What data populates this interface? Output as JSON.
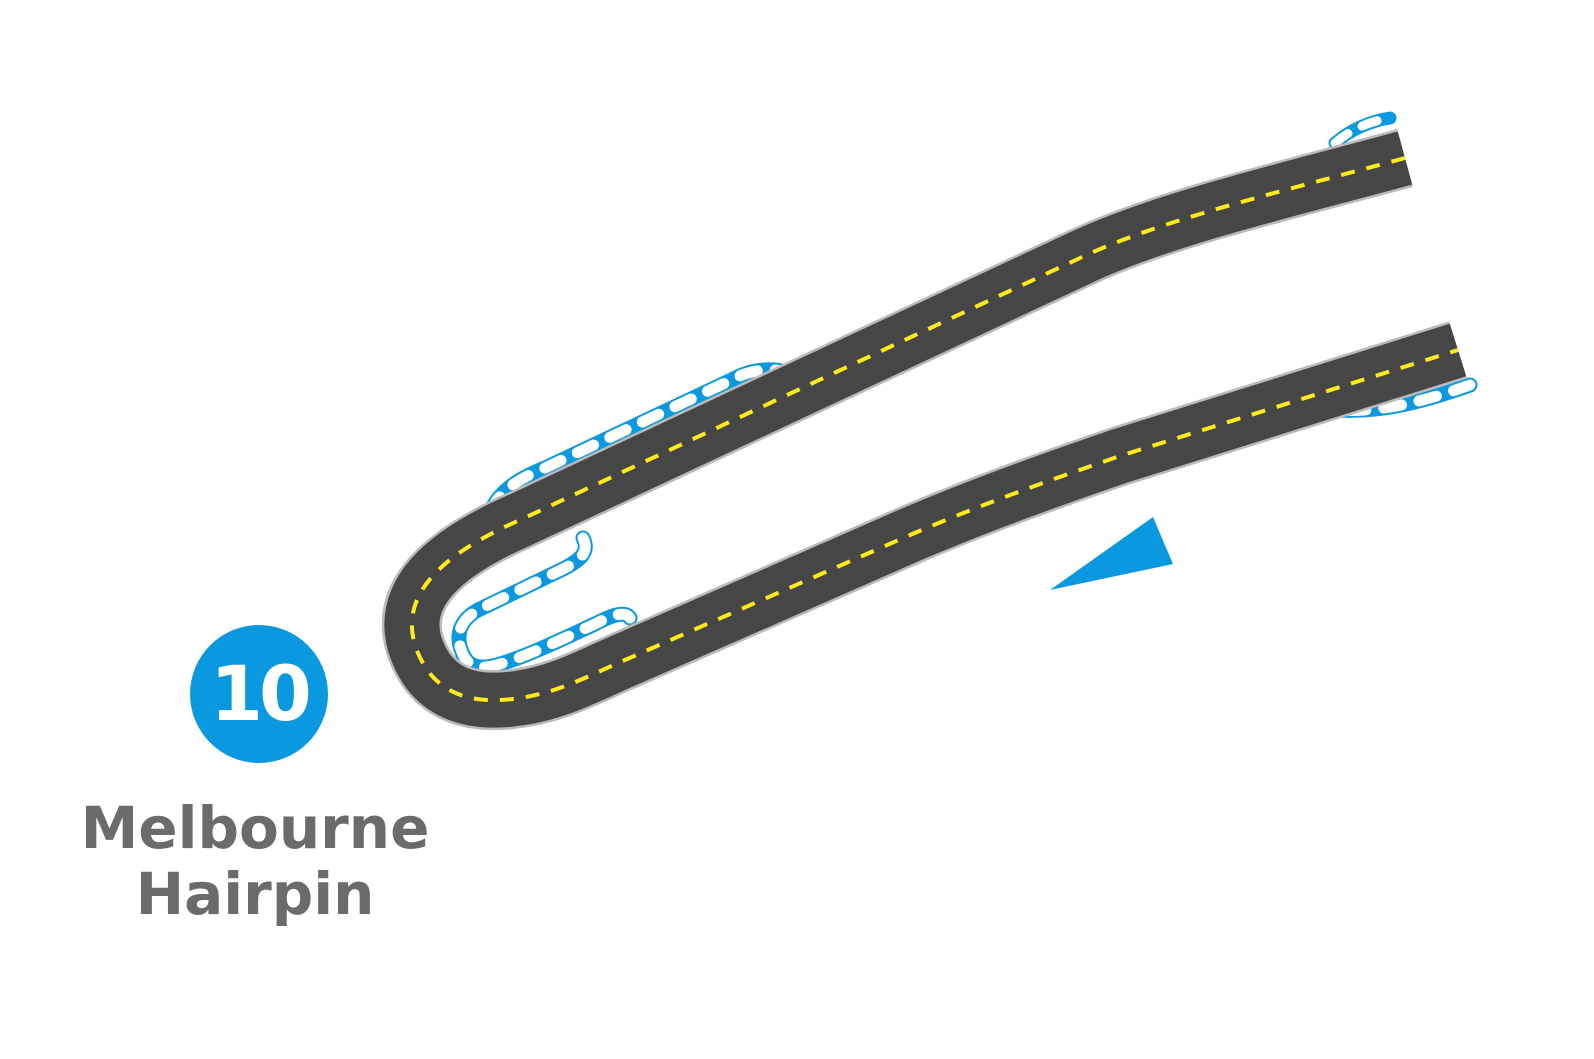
{
  "corner": {
    "number": "10",
    "name_line1": "Melbourne",
    "name_line2": "Hairpin"
  },
  "colors": {
    "track": "#464646",
    "track_edge": "#b9b9b9",
    "center_line": "#ffeb1a",
    "kerb_blue": "#0a99e0",
    "kerb_white": "#ffffff",
    "label_text": "#6b6b6b",
    "badge": "#0a99e0",
    "direction_arrow": "#0a99e0"
  },
  "icons": {
    "direction": "direction-arrow-icon"
  }
}
